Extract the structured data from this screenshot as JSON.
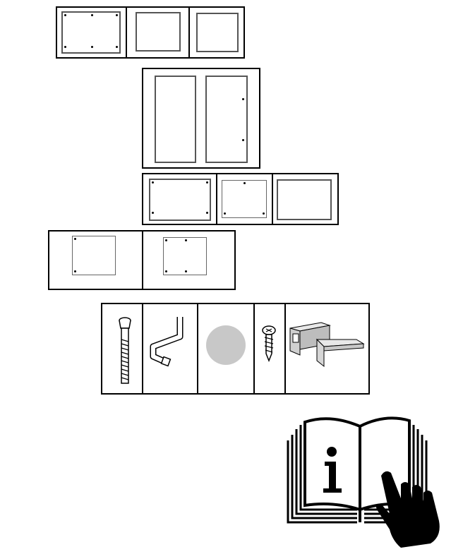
{
  "diagram": {
    "type": "furniture-assembly-parts-sheet",
    "panel_groups": [
      {
        "name": "group-1",
        "panels": 3
      },
      {
        "name": "group-2",
        "panels": 2
      },
      {
        "name": "group-3",
        "panels": 3
      },
      {
        "name": "group-4",
        "panels": 2
      }
    ],
    "hardware": [
      {
        "name": "cam-bolt",
        "icon": "bolt-icon"
      },
      {
        "name": "allen-key",
        "icon": "allen-key-icon"
      },
      {
        "name": "cover-cap",
        "icon": "cover-cap-icon"
      },
      {
        "name": "wood-screw",
        "icon": "screw-icon"
      },
      {
        "name": "wall-bracket",
        "icon": "bracket-icon"
      }
    ],
    "instruction_icon": "read-manual-icon",
    "colors": {
      "line": "#000000",
      "panel_edge": "#555555",
      "cap_fill": "#c8c8c8",
      "bracket_fill": "#d8d8d8"
    }
  }
}
